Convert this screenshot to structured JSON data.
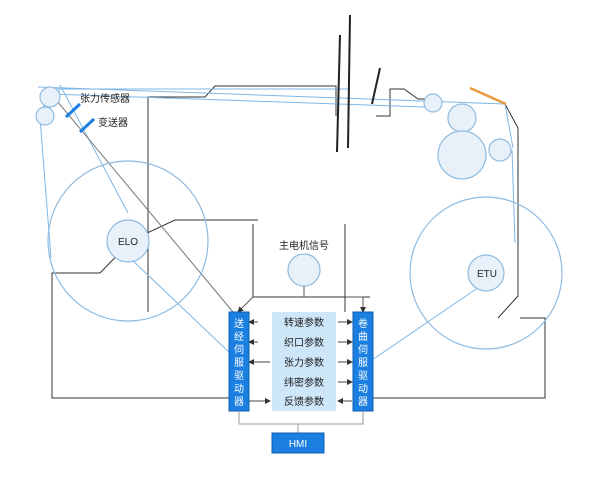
{
  "labels": {
    "tension_sensor": "张力传感器",
    "transmitter": "变送器",
    "elo": "ELO",
    "etu": "ETU",
    "main_motor_signal": "主电机信号",
    "hmi": "HMI"
  },
  "drivers": {
    "left": [
      "送",
      "经",
      "伺",
      "服",
      "驱",
      "动",
      "器"
    ],
    "right": [
      "卷",
      "曲",
      "伺",
      "服",
      "驱",
      "动",
      "器"
    ]
  },
  "params": [
    "转速参数",
    "织口参数",
    "张力参数",
    "纬密参数",
    "反馈参数"
  ],
  "colors": {
    "driver_blue": "#1a7fe0",
    "param_bg": "#cde6f8",
    "yarn_line": "#7fb7e8",
    "frame_line": "#333333",
    "circle_fill": "#e8f1fa",
    "circle_stroke": "#8fbbe0",
    "orange_edge": "#e89a3c"
  }
}
